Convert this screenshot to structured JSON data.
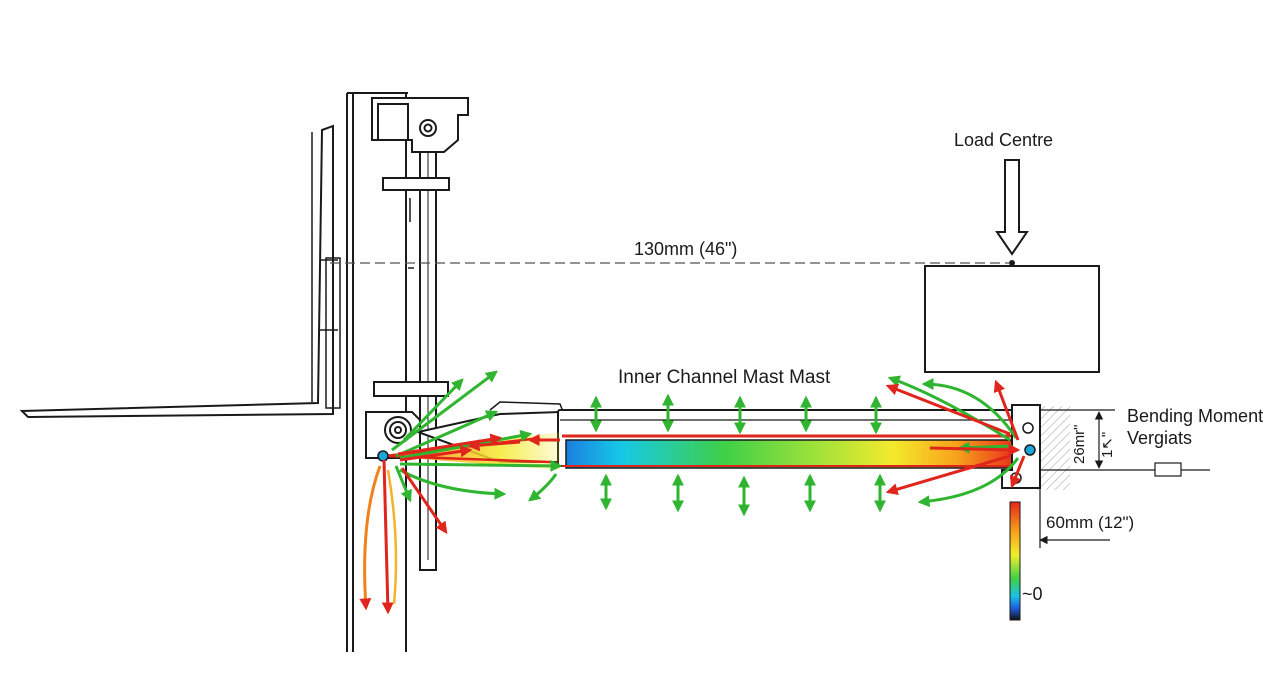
{
  "labels": {
    "load_centre": "Load Centre",
    "top_dimension": "130mm (46\")",
    "inner_channel": "Inner Channel Mast Mast",
    "bending_moment_line1": "Bending Moment",
    "bending_moment_line2": "Vergiats",
    "bottom_dimension": "60mm (12\")",
    "vertical_dim_a": "26mr\"",
    "vertical_dim_b": "1↖\"",
    "scale_zero": "~0"
  },
  "colors": {
    "line": "#1a1a1a",
    "force_green": "#2fb52f",
    "force_red": "#e0261c",
    "force_orange": "#f59a1a",
    "force_yellow": "#f6e23a",
    "scale_stops": [
      "#e8261b",
      "#f7a21b",
      "#f1ee2a",
      "#3fd046",
      "#19c2e6",
      "#1d5fe0",
      "#111111"
    ]
  }
}
